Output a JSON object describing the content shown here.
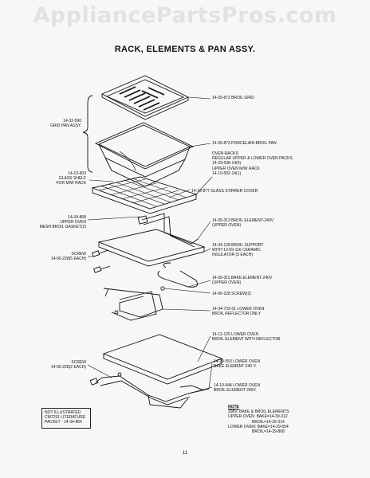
{
  "watermark": "AppliancePartsPros.com",
  "title": "RACK, ELEMENTS & PAN ASSY.",
  "labels": {
    "broil_grid": "14-39-872 BROIL GRID",
    "grid_pan_assy": [
      "14-32-590",
      "GRID PAN ASSY."
    ],
    "broil_pan": "14-39-873 PORCELAIN BROIL PAN",
    "oven_racks": [
      "OVEN RACKS",
      "REGULAR UPPER & LOWER OVEN PACKS",
      "14-29-538-14(4)",
      "UPPER OVEN M/W RACK",
      "14-19-592-14(1)"
    ],
    "glass_shelf": [
      "14-19-903",
      "GLASS SHELF",
      "FOR M/W RACK"
    ],
    "stirrer_cover": "14-19-877 GLASS STIRRER COVER",
    "mesh_gasket": [
      "14-34-868",
      "UPPER OVEN",
      "MESH BROIL GASKET(2)"
    ],
    "broil_element_upper": [
      "14-39-313 BROIL ELEMENT-240V",
      "(UPPER OVEN)"
    ],
    "screw_upper": [
      "SCREW",
      "14-90-228(5 EACH)"
    ],
    "broil_support": [
      "14-34-128 BROIL SUPPORT",
      "WITH 13-09-116 CERAMIC",
      "INSULATOR (5 EACH)"
    ],
    "bake_element_upper": [
      "14-39-311 BAKE ELEMENT-240V",
      "(UPPER OVEN)"
    ],
    "screw_2": "14-90-228 SCREW(2)",
    "reflector": [
      "14-34-733-01 LOWER OVEN",
      "BROIL REFLECTOR ONLY"
    ],
    "lower_broil_reflector": [
      "14-12-125 LOWER OVEN",
      "BROIL ELEMENT WITH REFLECTOR"
    ],
    "screw_lower": [
      "SCREW",
      "14-90-228(2 EACH)"
    ],
    "lower_bake": [
      "14-29-553 LOWER OVEN",
      "BAKE ELEMENT-240 V."
    ],
    "lower_broil": [
      "14-19-944 LOWER OVEN",
      "BROIL ELEMENT 240V."
    ]
  },
  "not_illustrated": [
    "NOT ILLUSTRATED",
    "CM7291 LITERATURE",
    "PACKET - 14-34-854"
  ],
  "note": {
    "heading": "NOTE",
    "lines": [
      "208V. BAKE & BROIL ELEMENTS",
      "UPPER OVEN: BAKE=14-39-312",
      "BROIL=14-39-314",
      "LOWER OVEN: BAKE=14-29-554",
      "BROIL=14-29-808"
    ]
  },
  "page_number": "11"
}
